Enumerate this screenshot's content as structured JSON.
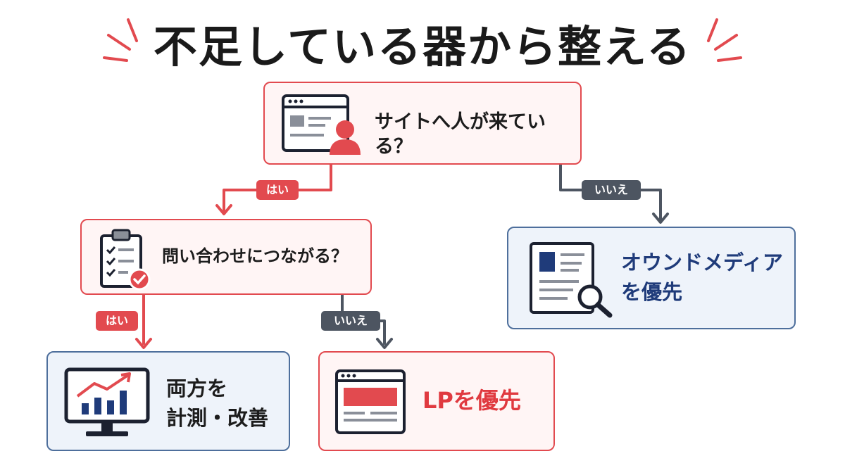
{
  "title": "不足している器から整える",
  "colors": {
    "accent_red": "#e24a4f",
    "accent_blue": "#1f3b7a",
    "no_badge": "#4d5561",
    "text": "#1c1c1c"
  },
  "nodes": {
    "question_traffic": {
      "label": "サイトへ人が来ている？",
      "icon": "browser-user-icon"
    },
    "question_inquiry": {
      "label": "問い合わせにつながる？",
      "icon": "checklist-clipboard-icon"
    },
    "result_owned_media": {
      "label": "オウンドメディア\nを優先",
      "icon": "article-search-icon"
    },
    "result_measure": {
      "label": "両方を\n計測・改善",
      "icon": "monitor-chart-icon"
    },
    "result_lp": {
      "label": "LPを優先",
      "icon": "landing-page-icon"
    }
  },
  "branches": {
    "traffic_yes": "はい",
    "traffic_no": "いいえ",
    "inquiry_yes": "はい",
    "inquiry_no": "いいえ"
  }
}
